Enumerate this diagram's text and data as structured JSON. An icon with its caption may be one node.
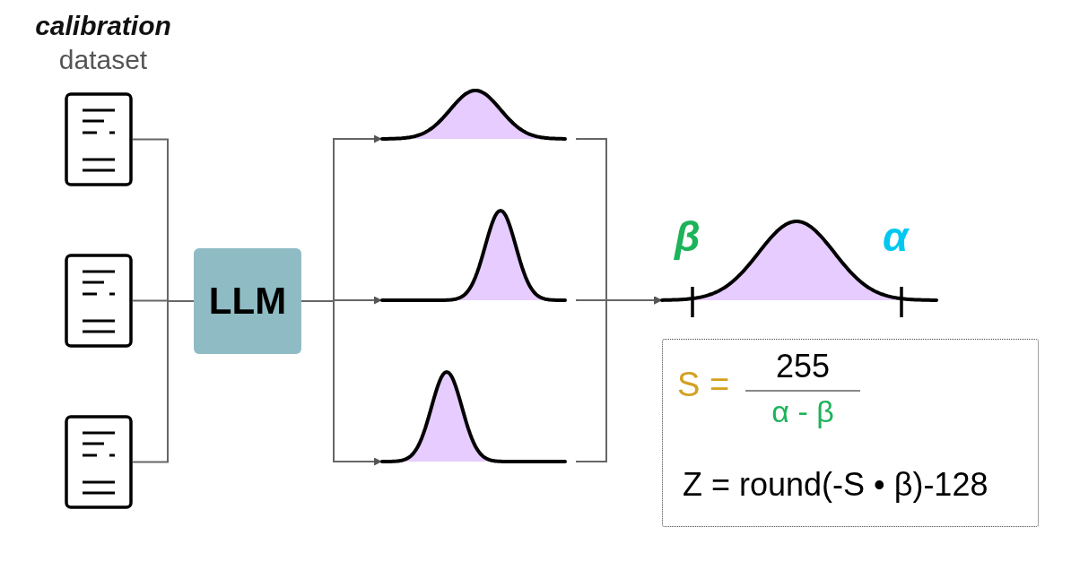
{
  "diagram": {
    "nodes": [
      {
        "text": [],
        "shape": "picture"
      },
      {
        "text": [],
        "shape": "picture"
      },
      {
        "text": [],
        "shape": "picture"
      },
      {
        "text": [
          "LLM"
        ]
      },
      {
        "text": [],
        "shape": "picture"
      },
      {
        "text": [],
        "shape": "picture"
      },
      {
        "text": [],
        "shape": "picture"
      },
      {
        "text": [
          "β",
          "α"
        ]
      },
      {
        "text": [
          "S =",
          "255",
          "α - β",
          "Z = round(-S • β)-128"
        ]
      }
    ],
    "edges": [
      {
        "from": 0,
        "to": 3,
        "arrow": "none"
      },
      {
        "from": 1,
        "to": 3,
        "arrow": "none"
      },
      {
        "from": 2,
        "to": 3,
        "arrow": "none"
      },
      {
        "from": 3,
        "to": 4,
        "arrow": "to"
      },
      {
        "from": 3,
        "to": 5,
        "arrow": "to"
      },
      {
        "from": 3,
        "to": 6,
        "arrow": "to"
      },
      {
        "from": 4,
        "to": 7,
        "arrow": "to"
      },
      {
        "from": 5,
        "to": 7,
        "arrow": "to"
      },
      {
        "from": 6,
        "to": 7,
        "arrow": "to"
      }
    ],
    "labels": [
      "calibration",
      "dataset"
    ]
  }
}
